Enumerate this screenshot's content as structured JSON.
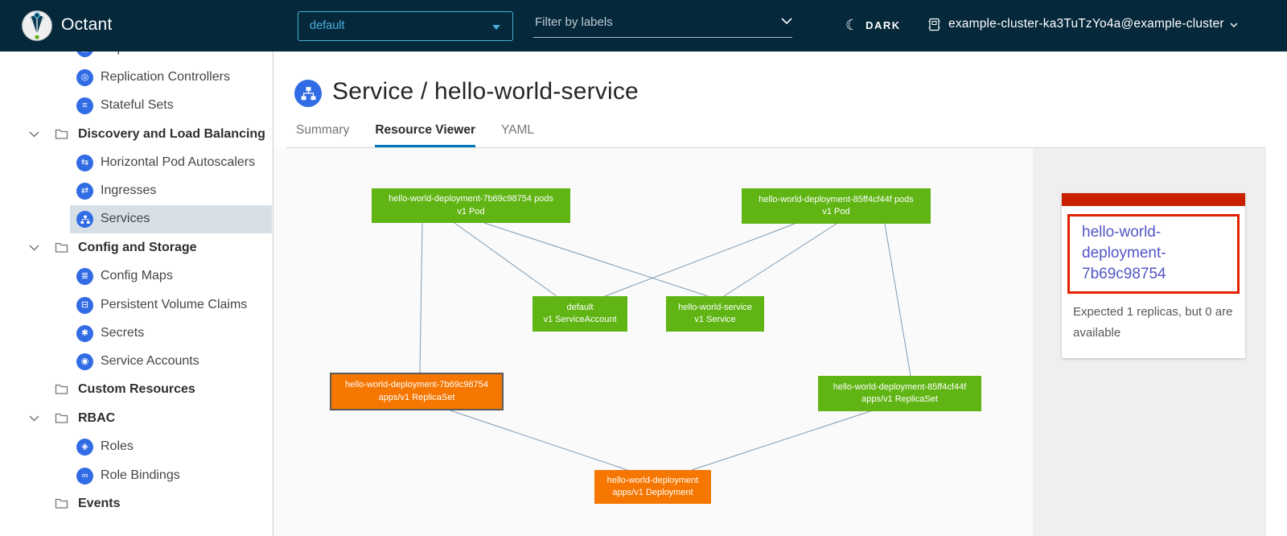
{
  "header": {
    "app_name": "Octant",
    "namespace_selector": {
      "value": "default"
    },
    "filter": {
      "placeholder": "Filter by labels"
    },
    "theme_toggle": {
      "label": "DARK",
      "icon": "moon-icon"
    },
    "context": {
      "label": "example-cluster-ka3TuTzYo4a@example-cluster",
      "icon": "cluster-icon"
    }
  },
  "sidebar": {
    "items": [
      {
        "label": "Replica Sets",
        "type": "item",
        "icon": "replica-sets-icon",
        "glyph": "▦",
        "selected": false
      },
      {
        "label": "Replication Controllers",
        "type": "item",
        "icon": "replication-controllers-icon",
        "glyph": "◎",
        "selected": false
      },
      {
        "label": "Stateful Sets",
        "type": "item",
        "icon": "stateful-sets-icon",
        "glyph": "≡",
        "selected": false
      },
      {
        "label": "Discovery and Load Balancing",
        "type": "group",
        "icon": "folder-icon",
        "selected": false
      },
      {
        "label": "Horizontal Pod Autoscalers",
        "type": "item",
        "icon": "hpa-icon",
        "glyph": "⇆",
        "selected": false
      },
      {
        "label": "Ingresses",
        "type": "item",
        "icon": "ingresses-icon",
        "glyph": "⇄",
        "selected": false
      },
      {
        "label": "Services",
        "type": "item",
        "icon": "services-icon",
        "selected": true
      },
      {
        "label": "Config and Storage",
        "type": "group",
        "icon": "folder-icon",
        "selected": false
      },
      {
        "label": "Config Maps",
        "type": "item",
        "icon": "config-maps-icon",
        "glyph": "≣",
        "selected": false
      },
      {
        "label": "Persistent Volume Claims",
        "type": "item",
        "icon": "pvc-icon",
        "glyph": "⊟",
        "selected": false
      },
      {
        "label": "Secrets",
        "type": "item",
        "icon": "secrets-icon",
        "glyph": "✱",
        "selected": false
      },
      {
        "label": "Service Accounts",
        "type": "item",
        "icon": "service-accounts-icon",
        "glyph": "◉",
        "selected": false
      },
      {
        "label": "Custom Resources",
        "type": "folder",
        "icon": "folder-icon",
        "selected": false
      },
      {
        "label": "RBAC",
        "type": "group",
        "icon": "folder-icon",
        "selected": false
      },
      {
        "label": "Roles",
        "type": "item",
        "icon": "roles-icon",
        "glyph": "◈",
        "selected": false
      },
      {
        "label": "Role Bindings",
        "type": "item",
        "icon": "role-bindings-icon",
        "glyph": "∞",
        "selected": false
      },
      {
        "label": "Events",
        "type": "folder",
        "icon": "folder-icon",
        "selected": false
      }
    ]
  },
  "main": {
    "title": "Service / hello-world-service",
    "title_icon": "service-icon",
    "tabs": [
      {
        "label": "Summary",
        "active": false
      },
      {
        "label": "Resource Viewer",
        "active": true
      },
      {
        "label": "YAML",
        "active": false
      }
    ]
  },
  "graph": {
    "nodes": [
      {
        "id": "pod-7b69c98754",
        "line1": "hello-world-deployment-7b69c98754 pods",
        "line2": "v1 Pod",
        "status": "ok",
        "selected": false
      },
      {
        "id": "pod-85ff4cf44f",
        "line1": "hello-world-deployment-85ff4cf44f pods",
        "line2": "v1 Pod",
        "status": "ok",
        "selected": false
      },
      {
        "id": "serviceaccount-default",
        "line1": "default",
        "line2": "v1 ServiceAccount",
        "status": "ok",
        "selected": false
      },
      {
        "id": "service-hello-world",
        "line1": "hello-world-service",
        "line2": "v1 Service",
        "status": "ok",
        "selected": false
      },
      {
        "id": "replicaset-7b69c98754",
        "line1": "hello-world-deployment-7b69c98754",
        "line2": "apps/v1 ReplicaSet",
        "status": "warning",
        "selected": true
      },
      {
        "id": "replicaset-85ff4cf44f",
        "line1": "hello-world-deployment-85ff4cf44f",
        "line2": "apps/v1 ReplicaSet",
        "status": "ok",
        "selected": false
      },
      {
        "id": "deployment-hello-world",
        "line1": "hello-world-deployment",
        "line2": "apps/v1 Deployment",
        "status": "warning",
        "selected": false
      }
    ],
    "edges": [
      [
        "pod-7b69c98754",
        "replicaset-7b69c98754"
      ],
      [
        "pod-7b69c98754",
        "serviceaccount-default"
      ],
      [
        "pod-7b69c98754",
        "service-hello-world"
      ],
      [
        "pod-85ff4cf44f",
        "serviceaccount-default"
      ],
      [
        "pod-85ff4cf44f",
        "service-hello-world"
      ],
      [
        "pod-85ff4cf44f",
        "replicaset-85ff4cf44f"
      ],
      [
        "replicaset-7b69c98754",
        "deployment-hello-world"
      ],
      [
        "replicaset-85ff4cf44f",
        "deployment-hello-world"
      ]
    ]
  },
  "detail_panel": {
    "title": "hello-world-deployment-7b69c98754",
    "message": "Expected 1 replicas, but 0 are available"
  },
  "colors": {
    "header_bg": "#05283b",
    "accent_blue": "#49afd9",
    "resource_icon_blue": "#326ce5",
    "status_ok_green": "#60b515",
    "status_warning_orange": "#f57600",
    "status_error_red": "#c92100",
    "detail_border_red": "#e12200",
    "detail_link_indigo": "#5356c5",
    "edge_line": "#7e9bb3",
    "selected_row_bg": "#d8e0e7",
    "tab_underline": "#0079b8"
  }
}
